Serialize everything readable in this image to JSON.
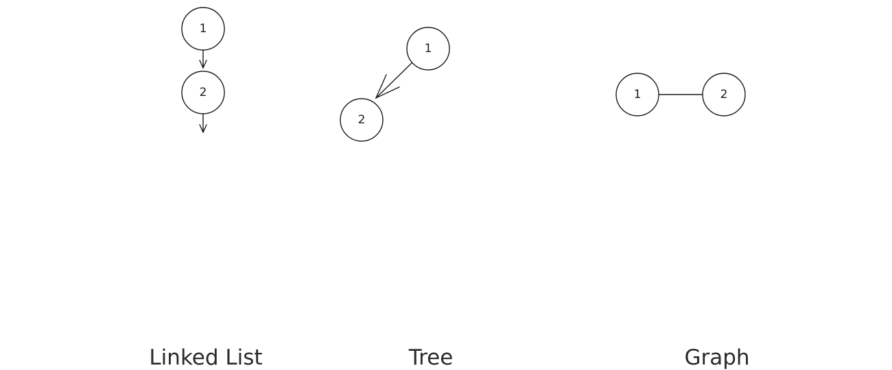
{
  "panels": [
    {
      "caption": "Linked List",
      "nodes": [
        {
          "label": "1"
        },
        {
          "label": "2"
        }
      ]
    },
    {
      "caption": "Tree",
      "nodes": [
        {
          "label": "1"
        },
        {
          "label": "2"
        }
      ]
    },
    {
      "caption": "Graph",
      "nodes": [
        {
          "label": "1"
        },
        {
          "label": "2"
        }
      ]
    }
  ],
  "colors": {
    "stroke": "#1a1a1a",
    "text": "#2a2a2a",
    "background": "#ffffff"
  }
}
